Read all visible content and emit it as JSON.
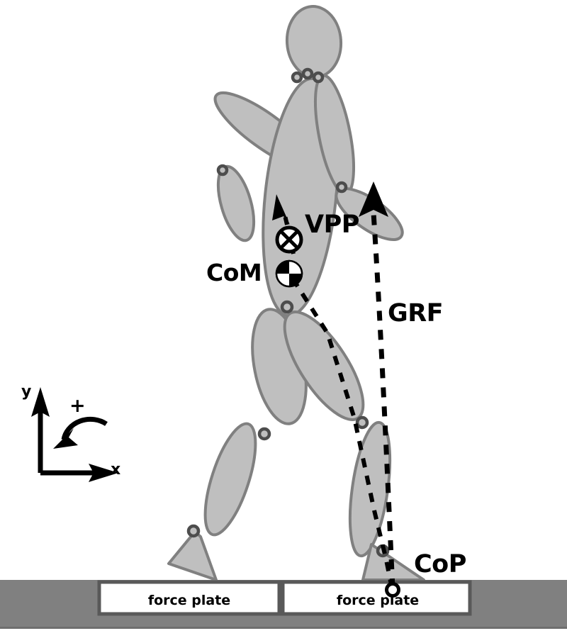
{
  "figure": {
    "kind": "biomechanics-gait-diagram",
    "title": "Virtual pivot point (VPP) gait model with ground reaction force"
  },
  "labels": {
    "vpp": "VPP",
    "com": "CoM",
    "grf": "GRF",
    "cop": "CoP"
  },
  "axes": {
    "y_label": "y",
    "x_label": "x",
    "rotation_sign": "+"
  },
  "force_plates": [
    {
      "label": "force plate"
    },
    {
      "label": "force plate"
    }
  ],
  "markers": {
    "vpp_icon": "circle-with-cross-icon",
    "com_icon": "center-of-mass-quadrant-icon",
    "cop_icon": "open-circle-icon",
    "joint_icon": "joint-marker-icon",
    "grf_arrow_icon": "up-arrow-icon",
    "vpp_arrow_icon": "up-left-arrow-icon",
    "rotation_arrow_icon": "curved-ccw-arrow-icon"
  },
  "colors": {
    "body_fill": "#bfbfbf",
    "body_stroke": "#808080",
    "ground": "#808080",
    "plate_fill": "#ffffff",
    "plate_stroke": "#595959",
    "line": "#000000",
    "joint_fill": "#bfbfbf",
    "joint_stroke": "#4d4d4d",
    "background": "#ffffff"
  }
}
